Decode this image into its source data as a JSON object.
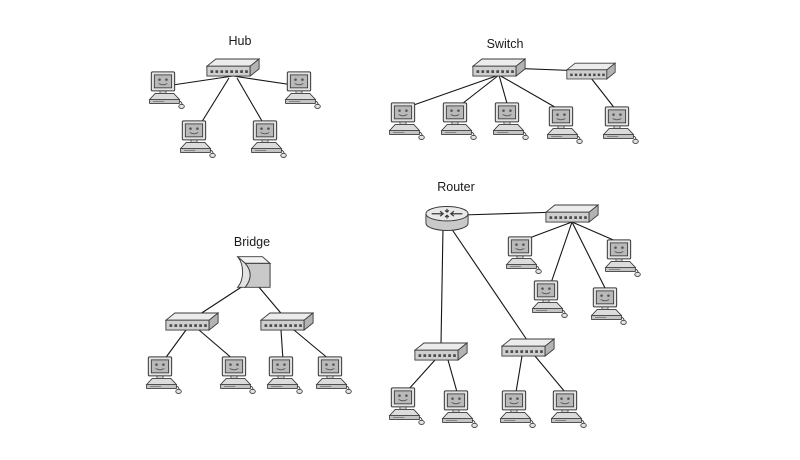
{
  "diagram": {
    "background_color": "#ffffff",
    "line_color": "#151515",
    "device_fill_light": "#e6e6e6",
    "device_fill_mid": "#cfcfcf",
    "device_stroke": "#3a3a3a",
    "sections": {
      "hub": {
        "label": "Hub",
        "device": "hub",
        "workstation_count": 4
      },
      "switch": {
        "label": "Switch",
        "devices": [
          "switch",
          "switch"
        ],
        "workstation_count": 5
      },
      "bridge": {
        "label": "Bridge",
        "devices": [
          "bridge",
          "switch",
          "switch"
        ],
        "workstation_count": 4
      },
      "router": {
        "label": "Router",
        "devices": [
          "router",
          "switch",
          "switch",
          "switch"
        ],
        "workstation_count": 8
      }
    }
  }
}
